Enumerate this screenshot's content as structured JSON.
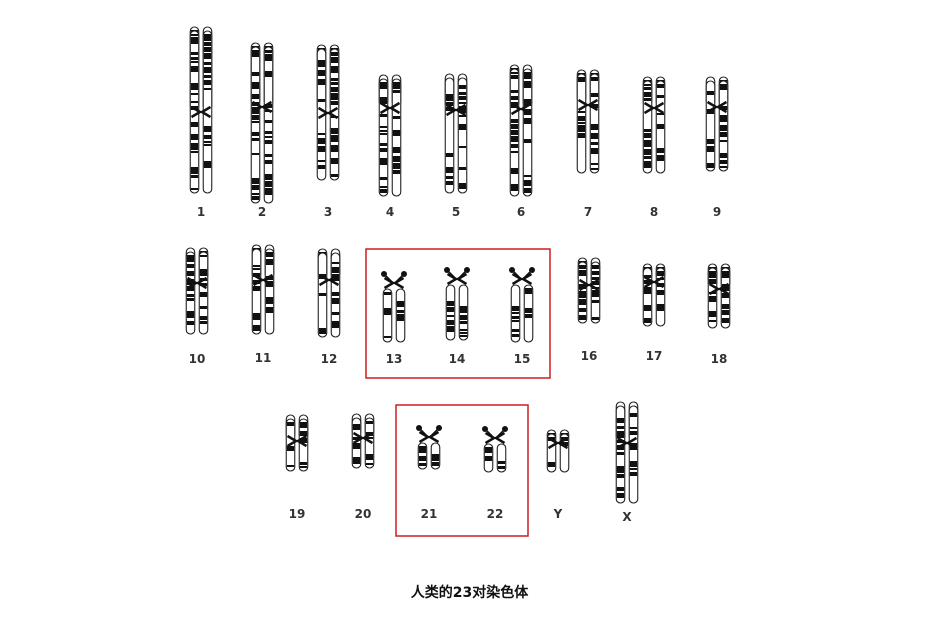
{
  "figure": {
    "caption": "人类的23对染色体",
    "highlight_color": "#cc1f1f",
    "chromatid_color": "#111111",
    "outline_color": "#222222"
  },
  "chromosomes": [
    {
      "label": "1",
      "highlighted": false,
      "satellites": false
    },
    {
      "label": "2",
      "highlighted": false,
      "satellites": false
    },
    {
      "label": "3",
      "highlighted": false,
      "satellites": false
    },
    {
      "label": "4",
      "highlighted": false,
      "satellites": false
    },
    {
      "label": "5",
      "highlighted": false,
      "satellites": false
    },
    {
      "label": "6",
      "highlighted": false,
      "satellites": false
    },
    {
      "label": "7",
      "highlighted": false,
      "satellites": false
    },
    {
      "label": "8",
      "highlighted": false,
      "satellites": false
    },
    {
      "label": "9",
      "highlighted": false,
      "satellites": false
    },
    {
      "label": "10",
      "highlighted": false,
      "satellites": false
    },
    {
      "label": "11",
      "highlighted": false,
      "satellites": false
    },
    {
      "label": "12",
      "highlighted": false,
      "satellites": false
    },
    {
      "label": "13",
      "highlighted": true,
      "satellites": true
    },
    {
      "label": "14",
      "highlighted": true,
      "satellites": true
    },
    {
      "label": "15",
      "highlighted": true,
      "satellites": true
    },
    {
      "label": "16",
      "highlighted": false,
      "satellites": false
    },
    {
      "label": "17",
      "highlighted": false,
      "satellites": false
    },
    {
      "label": "18",
      "highlighted": false,
      "satellites": false
    },
    {
      "label": "19",
      "highlighted": false,
      "satellites": false
    },
    {
      "label": "20",
      "highlighted": false,
      "satellites": false
    },
    {
      "label": "21",
      "highlighted": true,
      "satellites": true
    },
    {
      "label": "22",
      "highlighted": true,
      "satellites": true
    },
    {
      "label": "Y",
      "highlighted": false,
      "satellites": false
    },
    {
      "label": "X",
      "highlighted": false,
      "satellites": false
    }
  ]
}
